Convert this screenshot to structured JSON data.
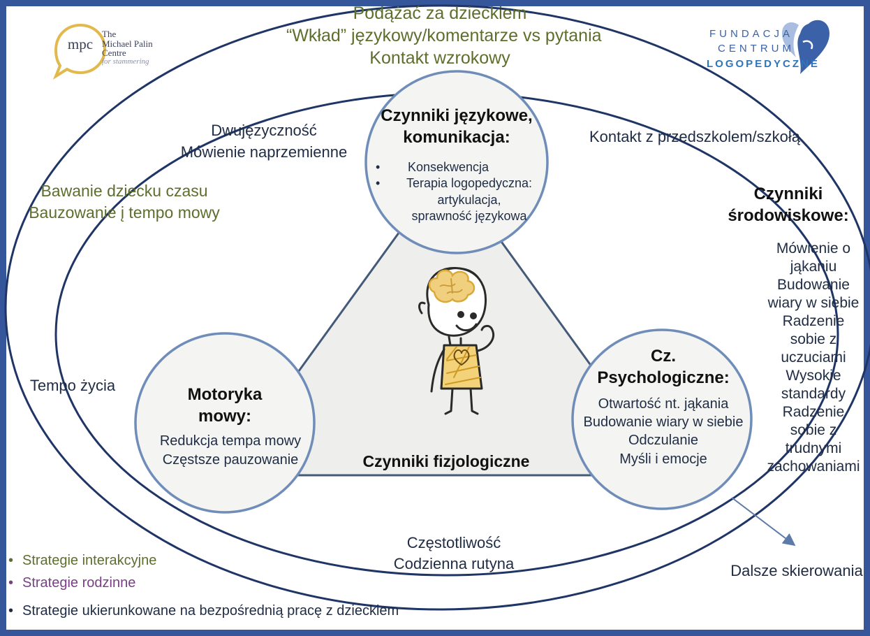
{
  "logos": {
    "mpc": {
      "mark": "mpc",
      "line1": "The",
      "line2": "Michael Palin",
      "line3": "Centre",
      "line4": "for stammering"
    },
    "fcl": {
      "line1": "FUNDACJA",
      "line2": "CENTRUM",
      "line3": "LOGOPEDYCZNE"
    }
  },
  "outer_ring": {
    "top": [
      "Podążać za dzieckiem",
      "“Wkład” językowy/komentarze vs pytania",
      "Kontakt wzrokowy"
    ],
    "left": [
      "Bawanie dziecku czasu",
      "Bauzowanie į tempo mowy"
    ]
  },
  "middle_ring": {
    "left_top": [
      "Dwujęzyczność",
      "Mówienie naprzemienne"
    ],
    "right_top": "Kontakt z przedszkolem/szkołą",
    "left": "Tempo życia",
    "bottom": [
      "Częstotliwość",
      "Codzienna rutyna"
    ]
  },
  "environment": {
    "heading": [
      "Czynniki",
      "środowiskowe:"
    ],
    "items": [
      "Mówienie o",
      "jąkaniu",
      "Budowanie",
      "wiary w siebie",
      "Radzenie",
      "sobie z",
      "uczuciami",
      "Wysokie",
      "standardy",
      "Radzenie",
      "sobie z",
      "trudnymi",
      "zachowaniami"
    ]
  },
  "language_circle": {
    "heading": [
      "Czynniki językowe,",
      "komunikacja:"
    ],
    "bullets": [
      {
        "lines": [
          "Konsekwencja"
        ]
      },
      {
        "lines": [
          "Terapia logopedyczna:",
          "artykulacja,",
          "sprawność językowa"
        ]
      }
    ]
  },
  "motor_circle": {
    "heading": [
      "Motoryka",
      "mowy:"
    ],
    "items": [
      "Redukcja tempa mowy",
      "Częstsze pauzowanie"
    ]
  },
  "psych_circle": {
    "heading": [
      "Cz.",
      "Psychologiczne:"
    ],
    "items": [
      "Otwartość nt. jąkania",
      "Budowanie wiary w siebie",
      "Odczulanie",
      "Myśli i emocje"
    ]
  },
  "center_label": "Czynniki fizjologiczne",
  "referral": "Dalsze skierowania",
  "legend": [
    {
      "label": "Strategie interakcyjne",
      "color": "#5e6e2c"
    },
    {
      "label": "Strategie rodzinne",
      "color": "#7a3f86"
    },
    {
      "label": "Strategie ukierunkowane na bezpośrednią pracę z dzieckiem",
      "color": "#1f2c44"
    }
  ],
  "colors": {
    "frame": "#35569a",
    "ring": "#1f3566",
    "circle_stroke": "#6f8db8",
    "triangle_stroke": "#445a78",
    "brain": "#e2b94c",
    "shirt": "#e0b23a",
    "logo_blue": "#3b62a8"
  },
  "icons": [
    "child-figure-icon",
    "brain-icon",
    "heart-icon",
    "speech-bubble-icon",
    "heart-logo-icon",
    "arrow-icon"
  ]
}
